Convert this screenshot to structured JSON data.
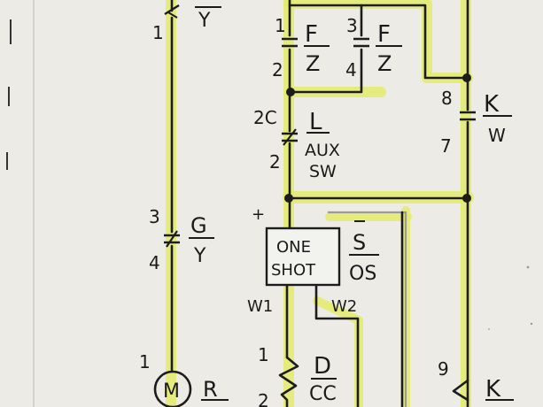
{
  "diagram": {
    "colors": {
      "paper": "#ecebe6",
      "ink": "#1c1c1c",
      "highlight": "#e4ec6a"
    },
    "labels": {
      "top_pin": "1",
      "top_coil": "Y",
      "f1_top": "1",
      "f1_bot": "2",
      "f1_name": "F",
      "f1_sub": "Z",
      "f2_top": "3",
      "f2_bot": "4",
      "f2_name": "F",
      "f2_sub": "Z",
      "k_top": "8",
      "k_bot": "7",
      "k_name": "K",
      "k_sub": "W",
      "l_top": "2C",
      "l_bot": "2",
      "l_name": "L",
      "l_sub1": "AUX",
      "l_sub2": "SW",
      "plus": "+",
      "g_top": "3",
      "g_bot": "4",
      "g_name": "G",
      "g_sub": "Y",
      "one": "ONE",
      "shot": "SHOT",
      "s_name": "S",
      "s_sub": "OS",
      "w1": "W1",
      "w2": "W2",
      "d_top": "1",
      "d_bot": "2",
      "d_name": "D",
      "d_sub": "CC",
      "m_pin": "1",
      "m_name": "M",
      "r_name": "R",
      "k2_top": "9",
      "k2_name": "K"
    }
  }
}
